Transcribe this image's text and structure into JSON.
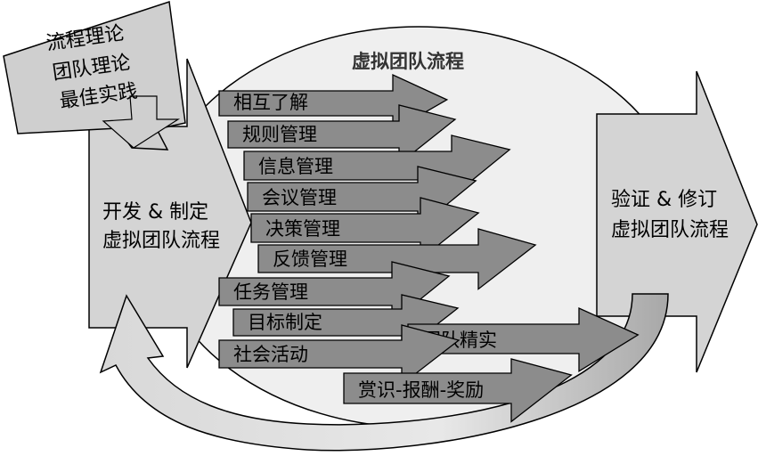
{
  "diagram": {
    "title": "虚拟团队流程",
    "input_box": {
      "lines": [
        "流程理论",
        "团队理论",
        "最佳实践"
      ]
    },
    "develop_arrow": {
      "lines": [
        "开发 & 制定",
        "虚拟团队流程"
      ]
    },
    "verify_arrow": {
      "lines": [
        "验证 & 修订",
        "虚拟团队流程"
      ]
    },
    "process_arrows": [
      {
        "label": "相互了解"
      },
      {
        "label": "规则管理"
      },
      {
        "label": "信息管理"
      },
      {
        "label": "会议管理"
      },
      {
        "label": "决策管理"
      },
      {
        "label": "反馈管理"
      },
      {
        "label": "任务管理"
      },
      {
        "label": "目标制定"
      },
      {
        "label": "团队精实"
      },
      {
        "label": "社会活动"
      },
      {
        "label": "赏识-报酬-奖励"
      }
    ],
    "colors": {
      "ellipse_fill": "#efefef",
      "arrow_fill": "#8c8c8c",
      "big_arrow_fill": "#d4d4d4",
      "box_fill": "#cfcfcf",
      "stroke": "#000000"
    }
  }
}
